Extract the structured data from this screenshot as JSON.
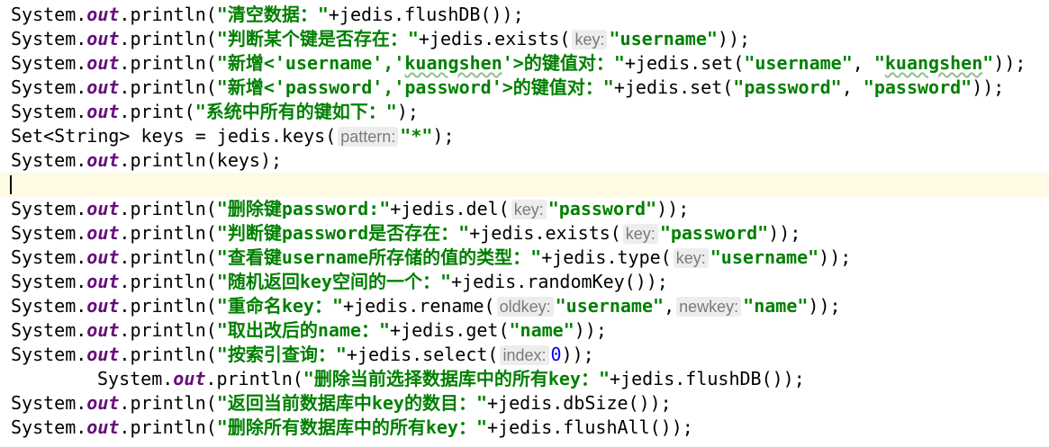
{
  "editor": {
    "lines": [
      {
        "tokens": [
          {
            "t": "System."
          },
          {
            "t": "out",
            "k": "out"
          },
          {
            "t": ".println("
          },
          {
            "t": "\"清空数据：\"",
            "k": "str"
          },
          {
            "t": "+jedis.flushDB());"
          }
        ]
      },
      {
        "tokens": [
          {
            "t": "System."
          },
          {
            "t": "out",
            "k": "out"
          },
          {
            "t": ".println("
          },
          {
            "t": "\"判断某个键是否存在：\"",
            "k": "str"
          },
          {
            "t": "+jedis.exists("
          },
          {
            "t": "key:",
            "k": "hint"
          },
          {
            "t": "\"username\"",
            "k": "str"
          },
          {
            "t": "));"
          }
        ]
      },
      {
        "tokens": [
          {
            "t": "System."
          },
          {
            "t": "out",
            "k": "out"
          },
          {
            "t": ".println("
          },
          {
            "t": "\"新增<'username','",
            "k": "str"
          },
          {
            "t": "kuangshen",
            "k": "str",
            "sq": true
          },
          {
            "t": "'>的键值对：\"",
            "k": "str"
          },
          {
            "t": "+jedis.set("
          },
          {
            "t": "\"username\"",
            "k": "str"
          },
          {
            "t": ", "
          },
          {
            "t": "\"",
            "k": "str"
          },
          {
            "t": "kuangshen",
            "k": "str",
            "sq": true
          },
          {
            "t": "\"",
            "k": "str"
          },
          {
            "t": "));"
          }
        ]
      },
      {
        "tokens": [
          {
            "t": "System."
          },
          {
            "t": "out",
            "k": "out"
          },
          {
            "t": ".println("
          },
          {
            "t": "\"新增<'password','password'>的键值对：\"",
            "k": "str"
          },
          {
            "t": "+jedis.set("
          },
          {
            "t": "\"password\"",
            "k": "str"
          },
          {
            "t": ", "
          },
          {
            "t": "\"password\"",
            "k": "str"
          },
          {
            "t": "));"
          }
        ]
      },
      {
        "tokens": [
          {
            "t": "System."
          },
          {
            "t": "out",
            "k": "out"
          },
          {
            "t": ".print("
          },
          {
            "t": "\"系统中所有的键如下：\"",
            "k": "str"
          },
          {
            "t": ");"
          }
        ]
      },
      {
        "tokens": [
          {
            "t": "Set<String> keys = jedis.keys("
          },
          {
            "t": "pattern:",
            "k": "hint"
          },
          {
            "t": "\"*\"",
            "k": "str"
          },
          {
            "t": ");"
          }
        ]
      },
      {
        "tokens": [
          {
            "t": "System."
          },
          {
            "t": "out",
            "k": "out"
          },
          {
            "t": ".println(keys);"
          }
        ]
      },
      {
        "current": true,
        "tokens": []
      },
      {
        "tokens": [
          {
            "t": "System."
          },
          {
            "t": "out",
            "k": "out"
          },
          {
            "t": ".println("
          },
          {
            "t": "\"删除键password:\"",
            "k": "str"
          },
          {
            "t": "+jedis.del("
          },
          {
            "t": "key:",
            "k": "hint"
          },
          {
            "t": "\"password\"",
            "k": "str"
          },
          {
            "t": "));"
          }
        ]
      },
      {
        "tokens": [
          {
            "t": "System."
          },
          {
            "t": "out",
            "k": "out"
          },
          {
            "t": ".println("
          },
          {
            "t": "\"判断键password是否存在：\"",
            "k": "str"
          },
          {
            "t": "+jedis.exists("
          },
          {
            "t": "key:",
            "k": "hint"
          },
          {
            "t": "\"password\"",
            "k": "str"
          },
          {
            "t": "));"
          }
        ]
      },
      {
        "tokens": [
          {
            "t": "System."
          },
          {
            "t": "out",
            "k": "out"
          },
          {
            "t": ".println("
          },
          {
            "t": "\"查看键username所存储的值的类型：\"",
            "k": "str"
          },
          {
            "t": "+jedis.type("
          },
          {
            "t": "key:",
            "k": "hint"
          },
          {
            "t": "\"username\"",
            "k": "str"
          },
          {
            "t": "));"
          }
        ]
      },
      {
        "tokens": [
          {
            "t": "System."
          },
          {
            "t": "out",
            "k": "out"
          },
          {
            "t": ".println("
          },
          {
            "t": "\"随机返回key空间的一个：\"",
            "k": "str"
          },
          {
            "t": "+jedis.randomKey());"
          }
        ]
      },
      {
        "tokens": [
          {
            "t": "System."
          },
          {
            "t": "out",
            "k": "out"
          },
          {
            "t": ".println("
          },
          {
            "t": "\"重命名key：\"",
            "k": "str"
          },
          {
            "t": "+jedis.rename("
          },
          {
            "t": "oldkey:",
            "k": "hint"
          },
          {
            "t": "\"username\"",
            "k": "str"
          },
          {
            "t": ","
          },
          {
            "t": "newkey:",
            "k": "hint"
          },
          {
            "t": "\"name\"",
            "k": "str"
          },
          {
            "t": "));"
          }
        ]
      },
      {
        "tokens": [
          {
            "t": "System."
          },
          {
            "t": "out",
            "k": "out"
          },
          {
            "t": ".println("
          },
          {
            "t": "\"取出改后的name：\"",
            "k": "str"
          },
          {
            "t": "+jedis.get("
          },
          {
            "t": "\"name\"",
            "k": "str"
          },
          {
            "t": "));"
          }
        ]
      },
      {
        "tokens": [
          {
            "t": "System."
          },
          {
            "t": "out",
            "k": "out"
          },
          {
            "t": ".println("
          },
          {
            "t": "\"按索引查询：\"",
            "k": "str"
          },
          {
            "t": "+jedis.select("
          },
          {
            "t": "index:",
            "k": "hint"
          },
          {
            "t": "0",
            "k": "num"
          },
          {
            "t": "));"
          }
        ]
      },
      {
        "indent": true,
        "tokens": [
          {
            "t": "System."
          },
          {
            "t": "out",
            "k": "out"
          },
          {
            "t": ".println("
          },
          {
            "t": "\"删除当前选择数据库中的所有key：\"",
            "k": "str"
          },
          {
            "t": "+jedis.flushDB());"
          }
        ]
      },
      {
        "tokens": [
          {
            "t": "System."
          },
          {
            "t": "out",
            "k": "out"
          },
          {
            "t": ".println("
          },
          {
            "t": "\"返回当前数据库中key的数目：\"",
            "k": "str"
          },
          {
            "t": "+jedis.dbSize());"
          }
        ]
      },
      {
        "tokens": [
          {
            "t": "System."
          },
          {
            "t": "out",
            "k": "out"
          },
          {
            "t": ".println("
          },
          {
            "t": "\"删除所有数据库中的所有key：\"",
            "k": "str"
          },
          {
            "t": "+jedis.flushAll());"
          }
        ]
      }
    ]
  }
}
